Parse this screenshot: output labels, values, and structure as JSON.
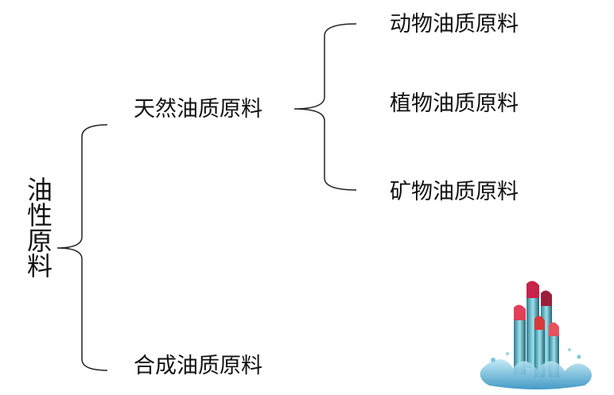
{
  "root": {
    "label": "油性原料"
  },
  "level1": [
    {
      "label": "天然油质原料"
    },
    {
      "label": "合成油质原料"
    }
  ],
  "level2": [
    {
      "label": "动物油质原料"
    },
    {
      "label": "植物油质原料"
    },
    {
      "label": "矿物油质原料"
    }
  ],
  "decoration": {
    "image": "lipstick-splash-illustration"
  }
}
